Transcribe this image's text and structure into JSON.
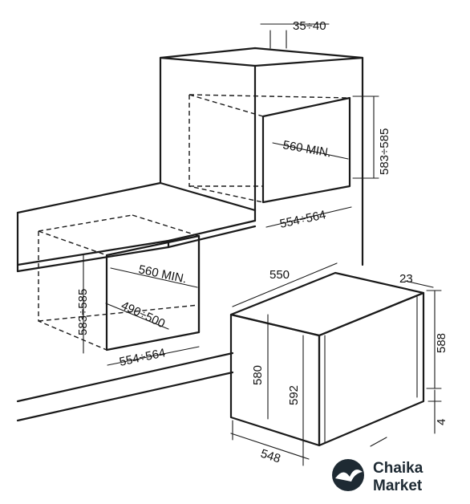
{
  "dimensions": {
    "gap_top": "35÷40",
    "column_height": "583÷585",
    "column_depth": "560 MIN.",
    "column_width": "554÷564",
    "under_depth": "560 MIN.",
    "under_height": "583÷585",
    "under_inner_depth": "490÷500",
    "under_width": "554÷564",
    "oven_depth": "550",
    "door_thickness": "23",
    "oven_height_right": "588",
    "oven_body_height": "580",
    "oven_front_height": "592",
    "oven_width": "548",
    "bottom_gap": "4"
  },
  "logo": {
    "line1": "Chaika",
    "line2": "Market"
  }
}
